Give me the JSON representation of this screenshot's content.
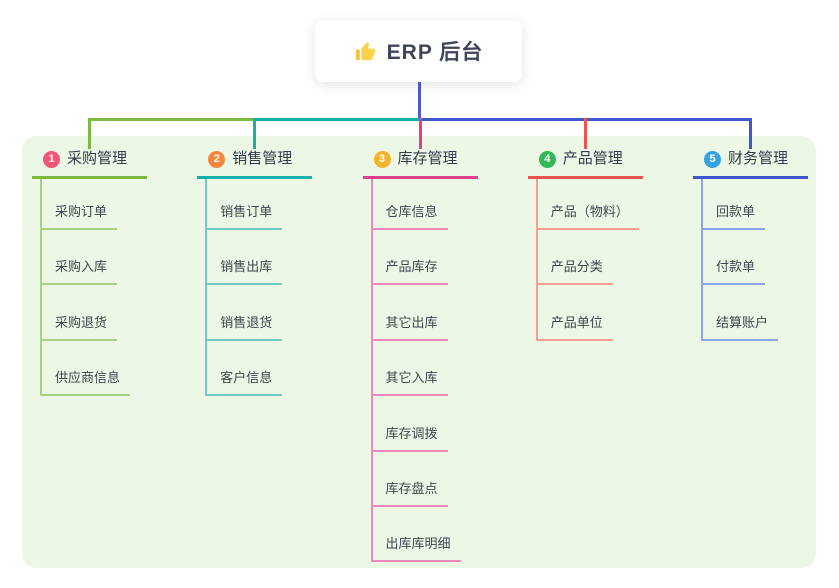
{
  "root": {
    "label": "ERP 后台",
    "icon": "thumbs-up"
  },
  "colors": {
    "panel_bg": "#ecf7e6",
    "root_line": "#4c5bd4",
    "header_text": "#353b4d",
    "child_text": "#41454f"
  },
  "branches": [
    {
      "badge": "1",
      "label": "采购管理",
      "line": "#7cb93f",
      "light": "#a9d085",
      "badge_color": "#f25672",
      "children": [
        "采购订单",
        "采购入库",
        "采购退货",
        "供应商信息"
      ]
    },
    {
      "badge": "2",
      "label": "销售管理",
      "line": "#12b2a8",
      "light": "#74cac2",
      "badge_color": "#f8873c",
      "children": [
        "销售订单",
        "销售出库",
        "销售退货",
        "客户信息"
      ]
    },
    {
      "badge": "3",
      "label": "库存管理",
      "line": "#e0418c",
      "light": "#ee8abb",
      "badge_color": "#f5b22d",
      "children": [
        "仓库信息",
        "产品库存",
        "其它出库",
        "其它入库",
        "库存调拨",
        "库存盘点",
        "出库库明细"
      ]
    },
    {
      "badge": "4",
      "label": "产品管理",
      "line": "#ef5350",
      "light": "#f59e97",
      "badge_color": "#33b857",
      "children": [
        "产品（物料）",
        "产品分类",
        "产品单位"
      ]
    },
    {
      "badge": "5",
      "label": "财务管理",
      "line": "#3f57d1",
      "light": "#8ca4e9",
      "badge_color": "#35a3e1",
      "children": [
        "回款单",
        "付款单",
        "结算账户"
      ]
    }
  ]
}
